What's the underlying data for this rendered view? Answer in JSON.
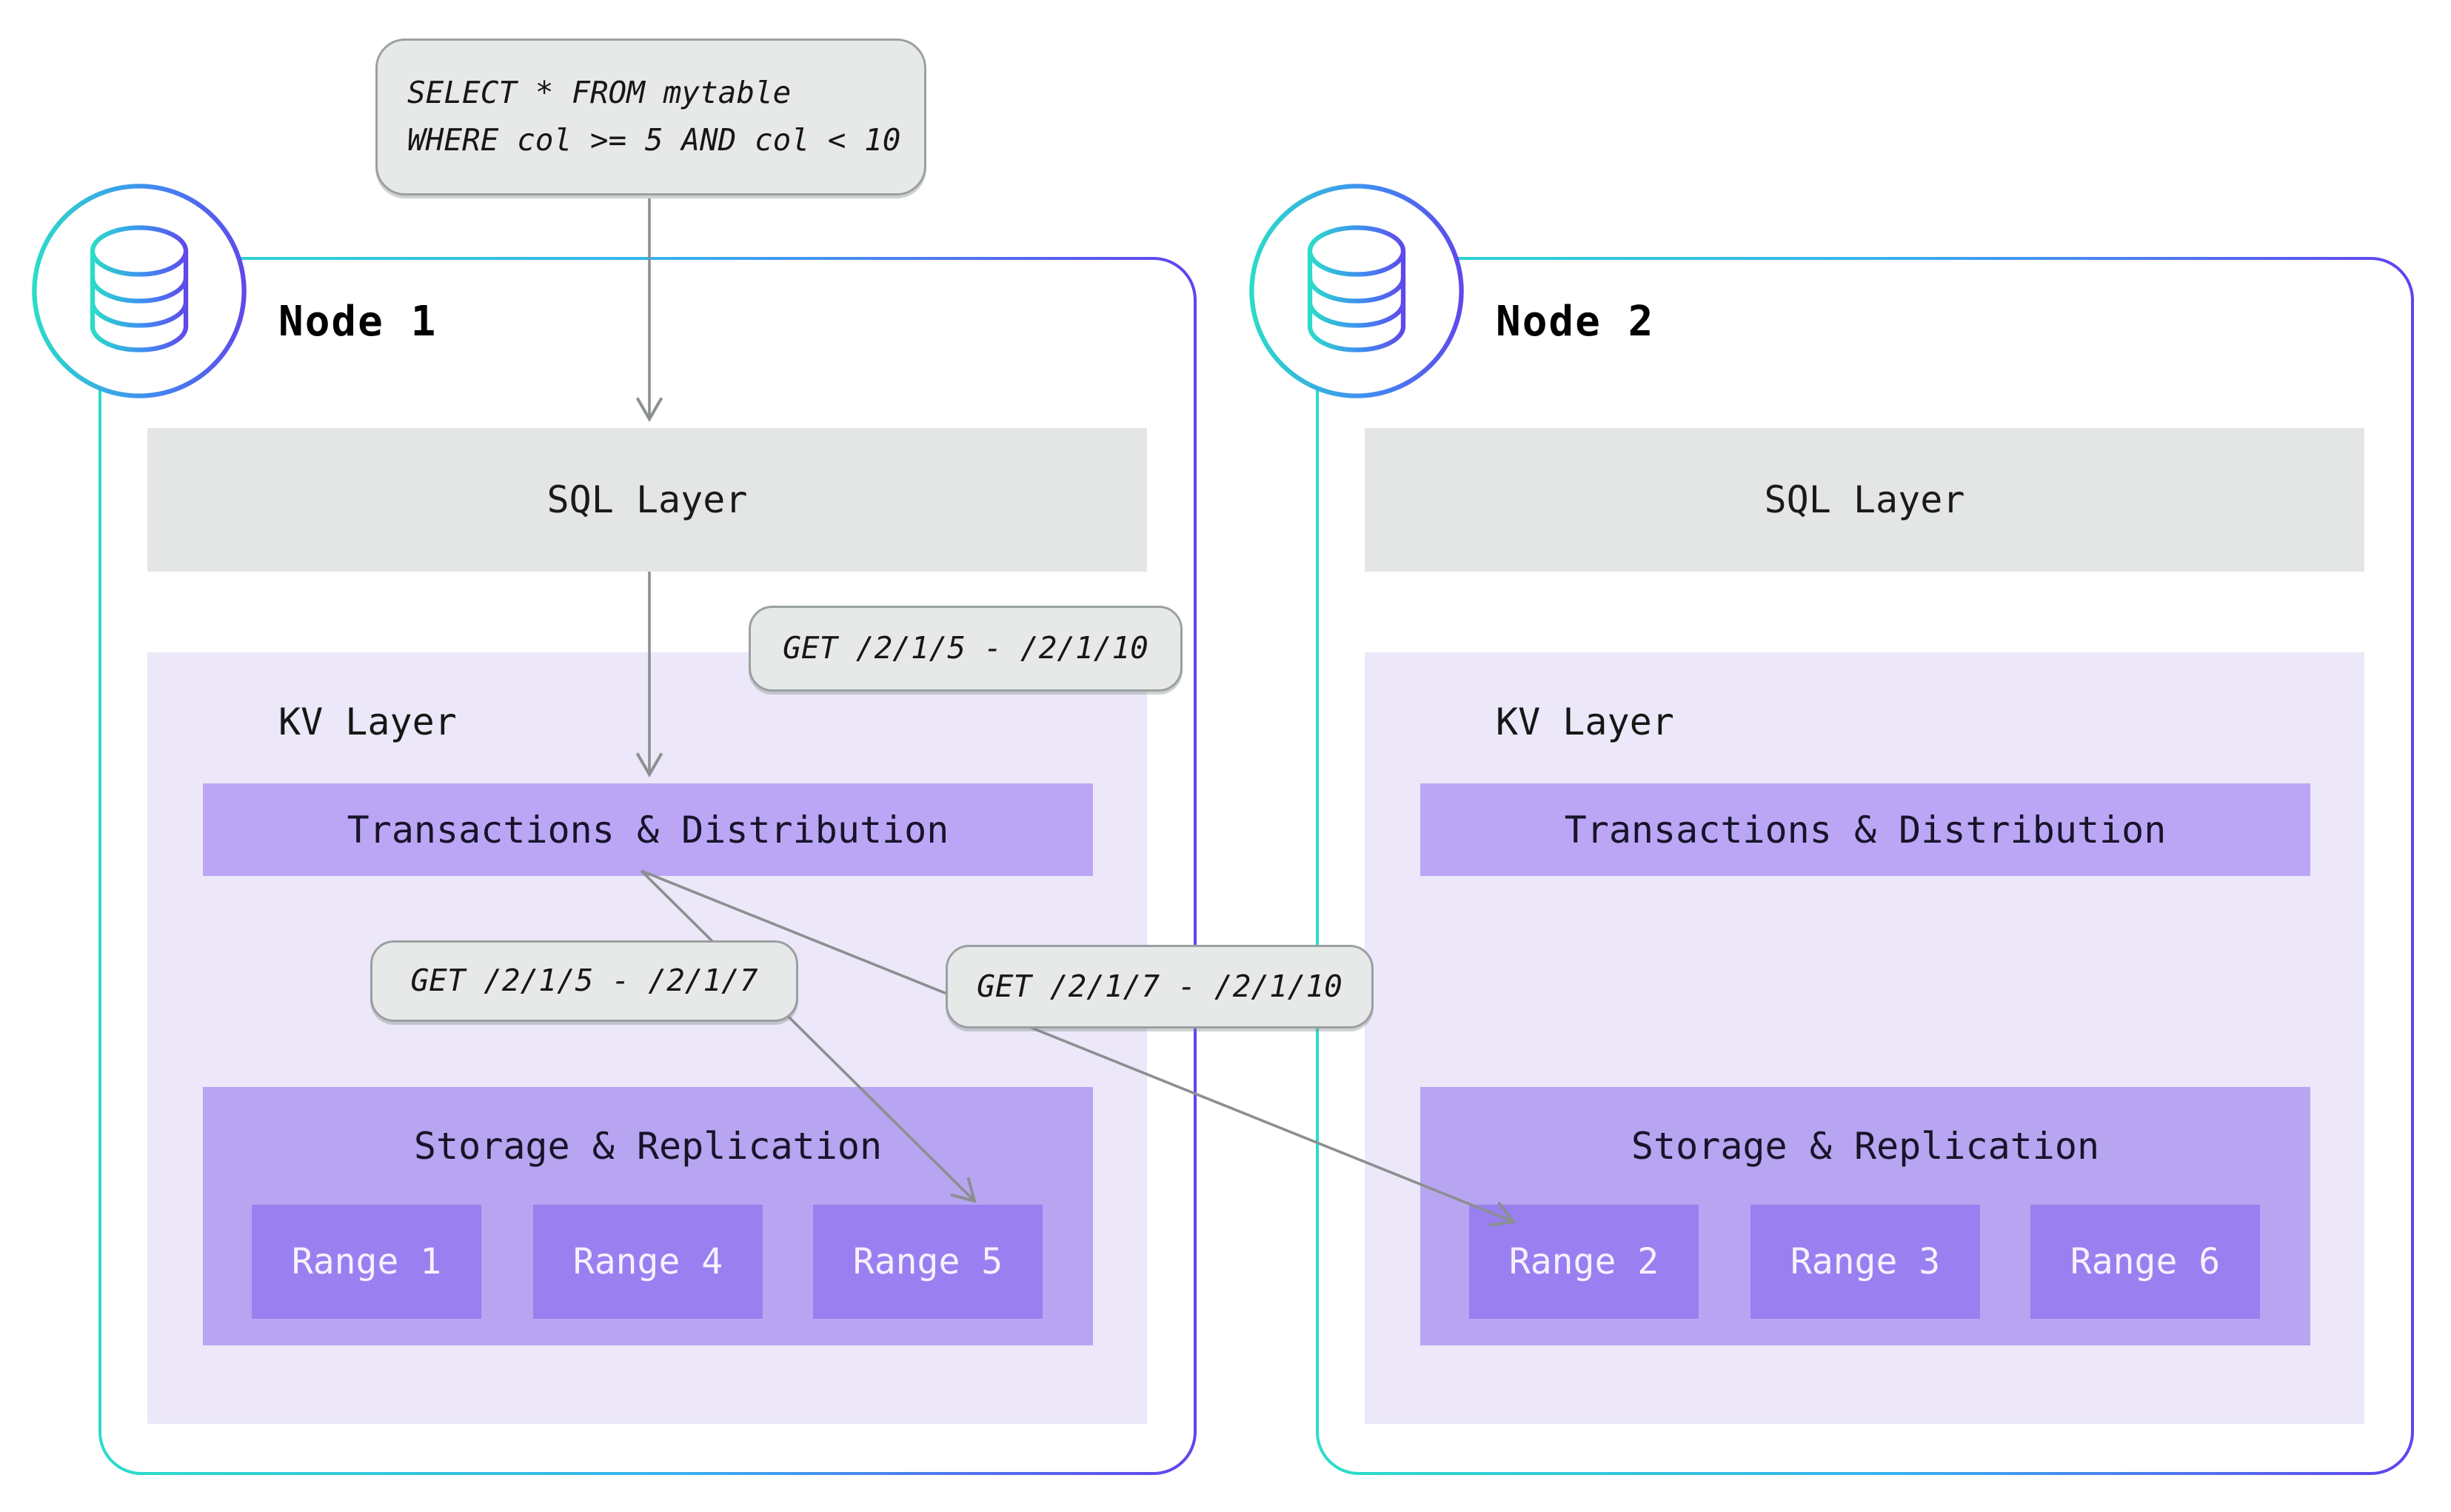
{
  "diagram": {
    "title_context": "Distributed SQL query routing across nodes",
    "query": {
      "lines": [
        "SELECT * FROM mytable",
        "WHERE col >= 5 AND col < 10"
      ]
    },
    "callouts": {
      "full_range": "GET /2/1/5 - /2/1/10",
      "left_split": "GET /2/1/5 - /2/1/7",
      "right_split": "GET /2/1/7 - /2/1/10"
    },
    "nodes": [
      {
        "title": "Node 1",
        "icon": "database-icon",
        "sql_layer_label": "SQL Layer",
        "kv_layer_label": "KV Layer",
        "transactions_label": "Transactions & Distribution",
        "storage_label": "Storage & Replication",
        "ranges": [
          "Range 1",
          "Range 4",
          "Range 5"
        ]
      },
      {
        "title": "Node 2",
        "icon": "database-icon",
        "sql_layer_label": "SQL Layer",
        "kv_layer_label": "KV Layer",
        "transactions_label": "Transactions & Distribution",
        "storage_label": "Storage & Replication",
        "ranges": [
          "Range 2",
          "Range 3",
          "Range 6"
        ]
      }
    ],
    "colors": {
      "node_border_gradient_start": "#2bdcc9",
      "node_border_gradient_mid": "#38b2ef",
      "node_border_gradient_end": "#6243ee",
      "sql_layer_bg": "#e4e6e5",
      "kv_layer_bg": "#ece8f9",
      "transactions_bg": "#bba6f6",
      "storage_bg": "#b7a5f1",
      "range_bg": "#9a7ff0",
      "range_text": "#f5f2fe",
      "bubble_bg": "#e7e9e8",
      "bubble_border": "#9aa0a1",
      "arrow": "#8b8f90"
    }
  }
}
